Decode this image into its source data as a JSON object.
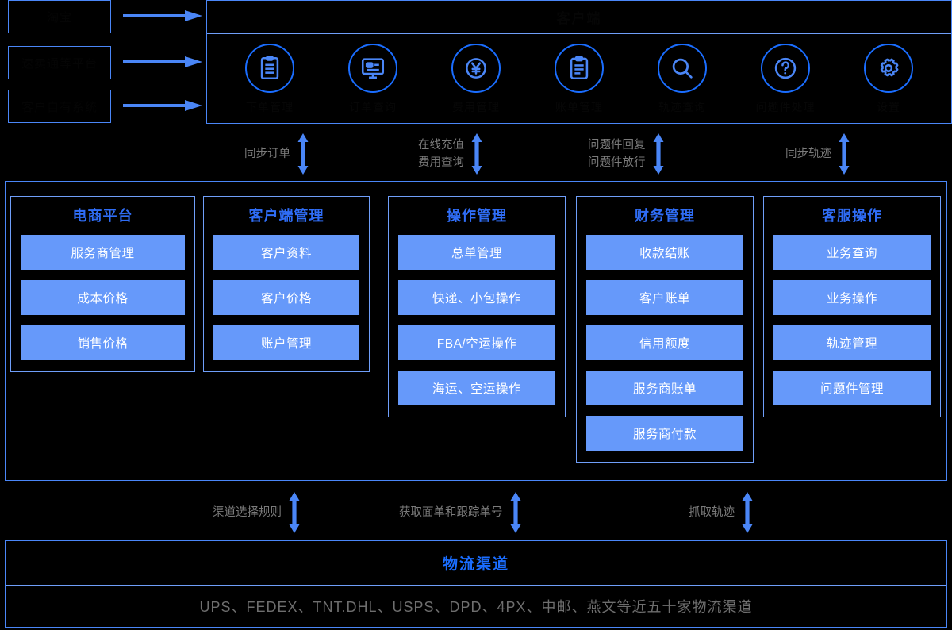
{
  "sources": [
    {
      "label": "淘宝",
      "arrow": "arrow-right"
    },
    {
      "label": "速卖通等平台",
      "arrow": "arrow-right"
    },
    {
      "label": "客户自有系统",
      "arrow": "arrow-right"
    }
  ],
  "top_panel": {
    "title": "客户端",
    "icons": [
      {
        "name": "document-icon",
        "label": "下单管理"
      },
      {
        "name": "monitor-icon",
        "label": "订单查询"
      },
      {
        "name": "yuan-icon",
        "label": "费用管理"
      },
      {
        "name": "clipboard-icon",
        "label": "账单管理"
      },
      {
        "name": "search-icon",
        "label": "轨迹查询"
      },
      {
        "name": "question-icon",
        "label": "问题件处理"
      },
      {
        "name": "gear-icon",
        "label": "设置"
      }
    ]
  },
  "mid_connectors": [
    {
      "lines": [
        "同步订单"
      ],
      "arrow": "double-vertical-arrow"
    },
    {
      "lines": [
        "在线充值",
        "费用查询"
      ],
      "arrow": "double-vertical-arrow"
    },
    {
      "lines": [
        "问题件回复",
        "问题件放行"
      ],
      "arrow": "double-vertical-arrow"
    },
    {
      "lines": [
        "同步轨迹"
      ],
      "arrow": "double-vertical-arrow"
    }
  ],
  "main_panel": {
    "columns": [
      {
        "title": "电商平台",
        "items": [
          "服务商管理",
          "成本价格",
          "销售价格"
        ]
      },
      {
        "title": "客户端管理",
        "items": [
          "客户资料",
          "客户价格",
          "账户管理"
        ]
      },
      {
        "title": "操作管理",
        "items": [
          "总单管理",
          "快递、小包操作",
          "FBA/空运操作",
          "海运、空运操作"
        ]
      },
      {
        "title": "财务管理",
        "items": [
          "收款结账",
          "客户账单",
          "信用额度",
          "服务商账单",
          "服务商付款"
        ]
      },
      {
        "title": "客服操作",
        "items": [
          "业务查询",
          "业务操作",
          "轨迹管理",
          "问题件管理"
        ]
      }
    ]
  },
  "bottom_connectors": [
    {
      "lines": [
        "渠道选择规则"
      ],
      "arrow": "double-vertical-arrow"
    },
    {
      "lines": [
        "获取面单和跟踪单号"
      ],
      "arrow": "double-vertical-arrow"
    },
    {
      "lines": [
        "抓取轨迹"
      ],
      "arrow": "double-vertical-arrow"
    }
  ],
  "bottom_panel": {
    "title": "物流渠道",
    "subtitle": "UPS、FEDEX、TNT.DHL、USPS、DPD、4PX、中邮、燕文等近五十家物流渠道"
  },
  "colors": {
    "background": "#000000",
    "accent_blue": "#4a86f7",
    "chip_blue": "#6699fa",
    "title_blue": "#2f6df6",
    "caption_gray": "#7a7a7a",
    "dark_text": "#060606"
  }
}
